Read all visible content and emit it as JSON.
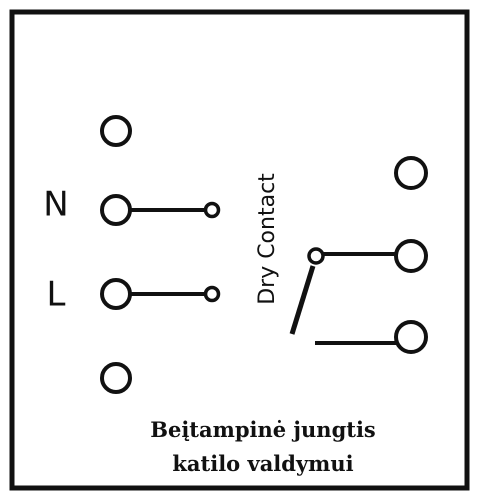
{
  "terminal_labels": {
    "n": "N",
    "l": "L"
  },
  "switch_label": "Dry Contact",
  "caption": {
    "line1": "Beįtampinė jungtis",
    "line2": "katilo valdymui"
  },
  "colors": {
    "ink": "#111111",
    "background": "#ffffff"
  }
}
